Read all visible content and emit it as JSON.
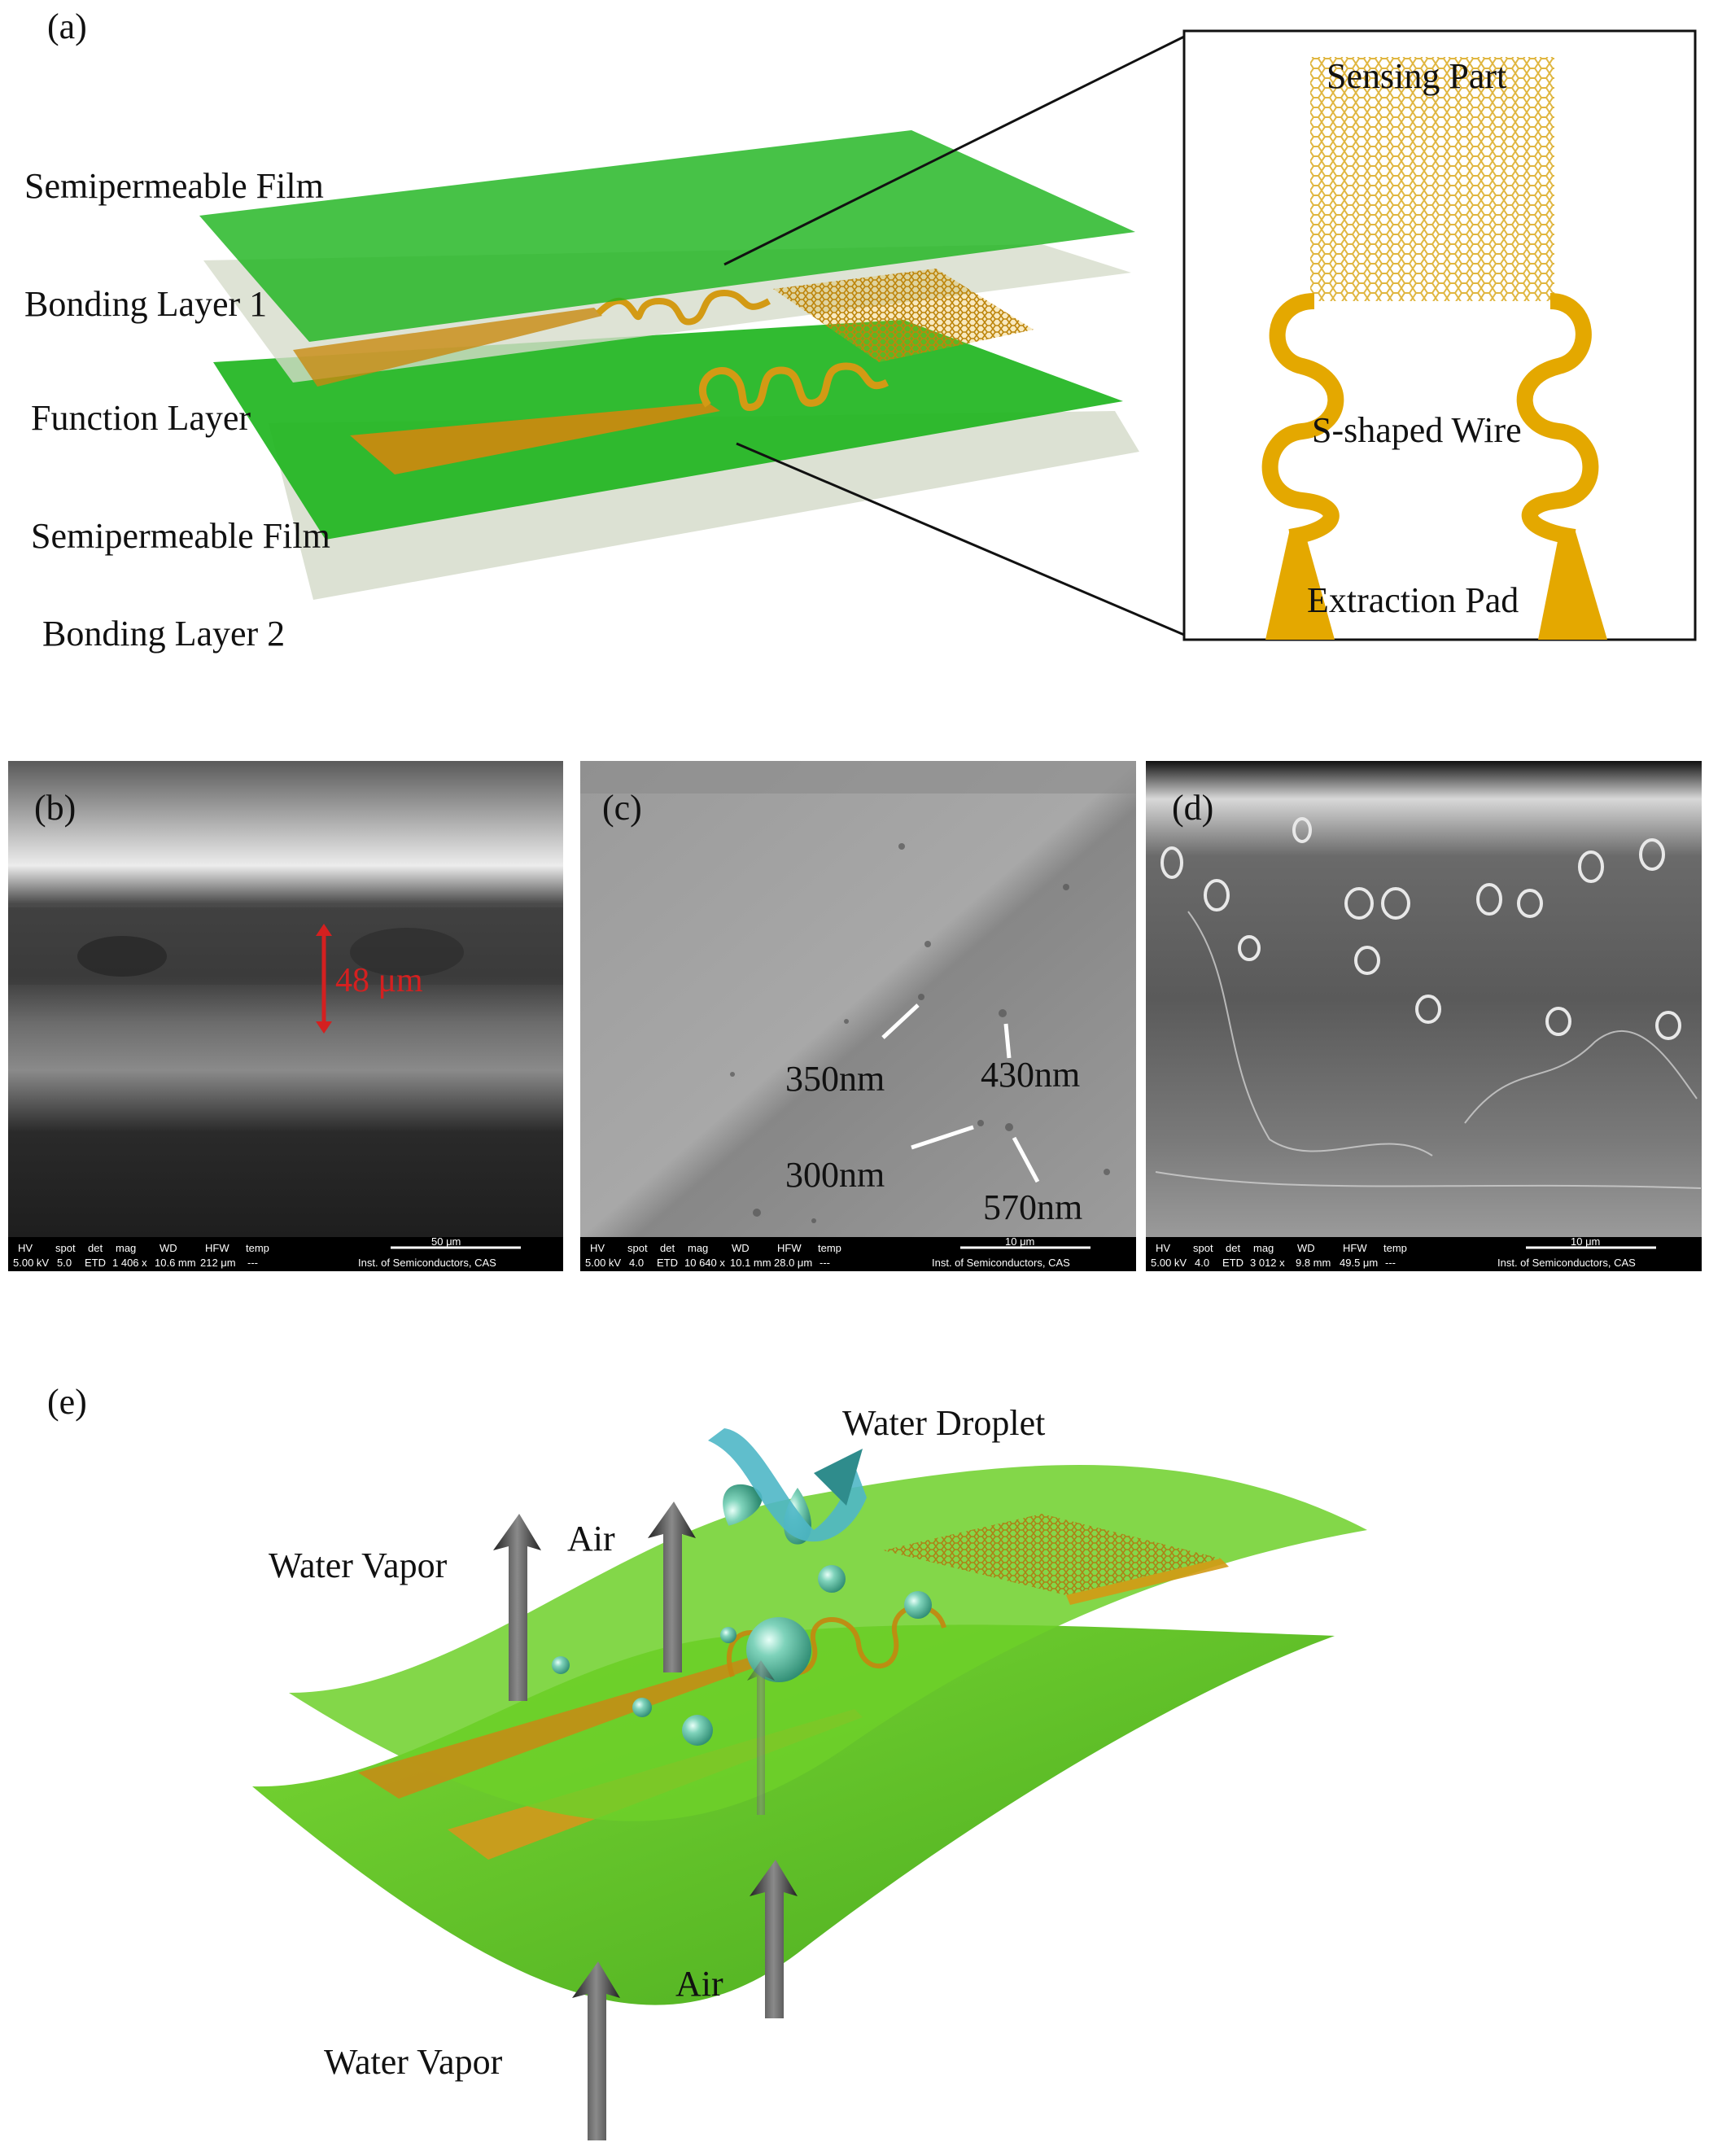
{
  "panel_a": {
    "label": "(a)",
    "layers": [
      {
        "name": "Semipermeable  Film"
      },
      {
        "name": "Bonding Layer 1"
      },
      {
        "name": "Function Layer"
      },
      {
        "name": "Semipermeable  Film"
      },
      {
        "name": "Bonding Layer 2"
      }
    ],
    "inset": {
      "sensing": "Sensing Part",
      "wire": "S-shaped Wire",
      "pad": "Extraction Pad"
    },
    "colors": {
      "film": "#1fb51f",
      "bonding": "#d6dccb",
      "metal": "#e4a800"
    }
  },
  "panel_b": {
    "label": "(b)",
    "thickness": "48 μm",
    "databar": [
      "HV",
      "spot",
      "det",
      "mag",
      "WD",
      "HFW",
      "temp"
    ],
    "databar_values": [
      "5.00 kV",
      "5.0",
      "ETD",
      "1 406 x",
      "10.6 mm",
      "212 μm",
      "---"
    ],
    "scalebar": "50 μm",
    "institute": "Inst. of Semiconductors, CAS"
  },
  "panel_c": {
    "label": "(c)",
    "pores": [
      "350nm",
      "430nm",
      "300nm",
      "570nm"
    ],
    "databar": [
      "HV",
      "spot",
      "det",
      "mag",
      "WD",
      "HFW",
      "temp"
    ],
    "databar_values": [
      "5.00 kV",
      "4.0",
      "ETD",
      "10 640 x",
      "10.1 mm",
      "28.0 μm",
      "---"
    ],
    "scalebar": "10 μm",
    "institute": "Inst. of Semiconductors, CAS"
  },
  "panel_d": {
    "label": "(d)",
    "databar": [
      "HV",
      "spot",
      "det",
      "mag",
      "WD",
      "HFW",
      "temp"
    ],
    "databar_values": [
      "5.00 kV",
      "4.0",
      "ETD",
      "3 012 x",
      "9.8 mm",
      "49.5 μm",
      "---"
    ],
    "scalebar": "10 μm",
    "institute": "Inst. of Semiconductors, CAS"
  },
  "panel_e": {
    "label": "(e)",
    "labels": {
      "water_droplet": "Water Droplet",
      "water_vapor_top": "Water Vapor",
      "air_top": "Air",
      "air_bottom": "Air",
      "water_vapor_bottom": "Water Vapor"
    },
    "colors": {
      "film": "#5fc81d",
      "droplet": "#4fb89c",
      "arrow": "#3a3a3a"
    }
  }
}
